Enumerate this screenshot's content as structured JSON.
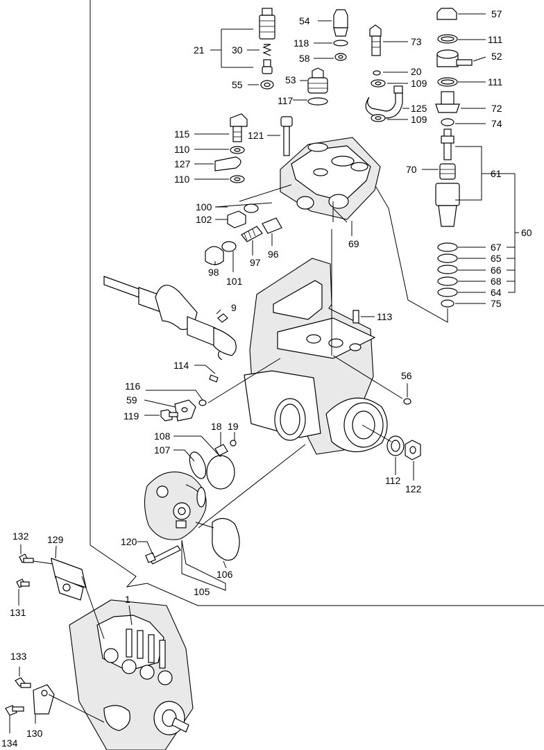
{
  "labels": {
    "l1": "1",
    "l9": "9",
    "l18": "18",
    "l19": "19",
    "l20": "20",
    "l21": "21",
    "l30": "30",
    "l52": "52",
    "l53": "53",
    "l54": "54",
    "l55": "55",
    "l56": "56",
    "l57": "57",
    "l58": "58",
    "l59": "59",
    "l60": "60",
    "l61": "61",
    "l64": "64",
    "l65": "65",
    "l66": "66",
    "l67": "67",
    "l68": "68",
    "l69": "69",
    "l70": "70",
    "l72": "72",
    "l73": "73",
    "l74": "74",
    "l75": "75",
    "l96": "96",
    "l97": "97",
    "l98": "98",
    "l100": "100",
    "l101": "101",
    "l102": "102",
    "l105": "105",
    "l106": "106",
    "l107": "107",
    "l108": "108",
    "l109a": "109",
    "l109b": "109",
    "l110a": "110",
    "l110b": "110",
    "l111a": "111",
    "l111b": "111",
    "l112": "112",
    "l113": "113",
    "l114": "114",
    "l115": "115",
    "l116": "116",
    "l117": "117",
    "l118": "118",
    "l119": "119",
    "l120": "120",
    "l121": "121",
    "l122": "122",
    "l125": "125",
    "l127": "127",
    "l129": "129",
    "l130": "130",
    "l131": "131",
    "l132": "132",
    "l133": "133",
    "l134": "134"
  },
  "colors": {
    "line": "#000000",
    "background": "#ffffff",
    "shade": "#e9e9e9"
  }
}
